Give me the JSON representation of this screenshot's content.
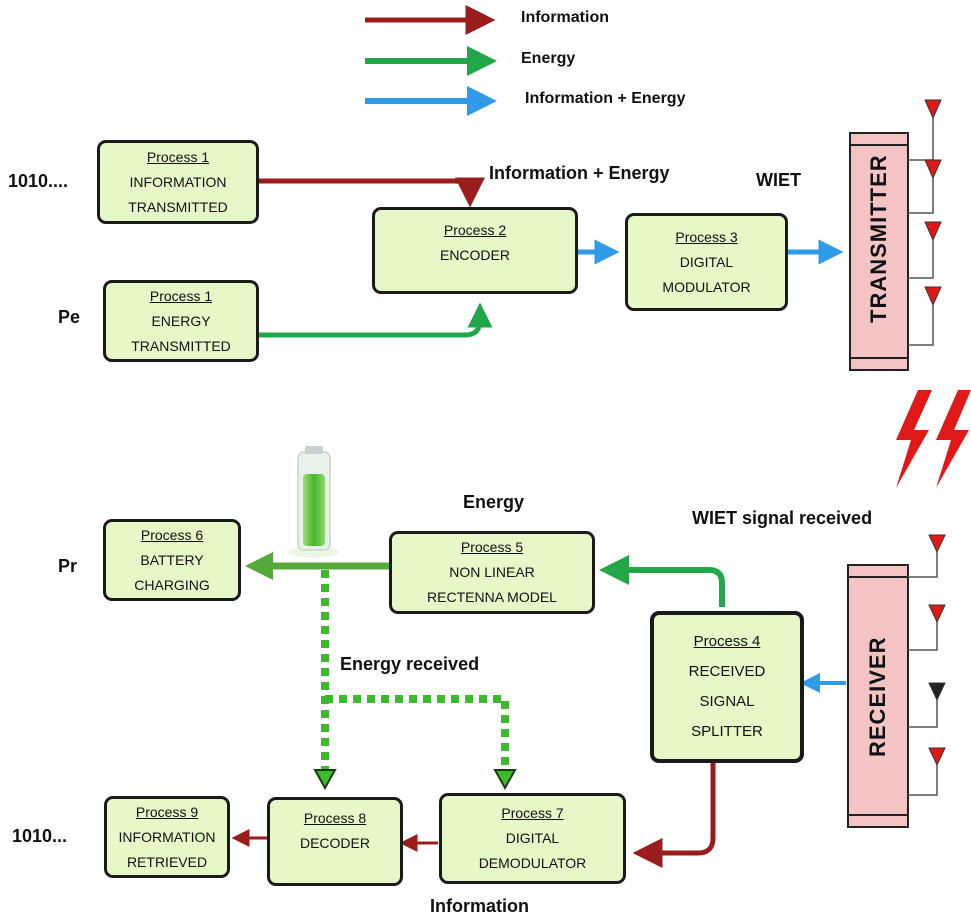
{
  "legend": [
    {
      "label": "Information",
      "color": "#9b1c1c"
    },
    {
      "label": "Energy",
      "color": "#22a64a"
    },
    {
      "label": "Information + Energy",
      "color": "#2f9be8"
    }
  ],
  "inputs": {
    "bits_in": "1010....",
    "pe": "Pe"
  },
  "outputs": {
    "bits_out": "1010...",
    "pr": "Pr"
  },
  "labels": {
    "info_energy": "Information + Energy",
    "wiet": "WIET",
    "wiet_received": "WIET signal received",
    "energy": "Energy",
    "energy_received": "Energy received",
    "information": "Information"
  },
  "devices": {
    "transmitter": "TRANSMITTER",
    "receiver": "RECEIVER"
  },
  "processes": {
    "p1a": {
      "title": "Process 1",
      "line1": "INFORMATION",
      "line2": "TRANSMITTED"
    },
    "p1b": {
      "title": "Process 1",
      "line1": "ENERGY",
      "line2": "TRANSMITTED"
    },
    "p2": {
      "title": "Process 2",
      "line1": "ENCODER"
    },
    "p3": {
      "title": "Process 3",
      "line1": "DIGITAL",
      "line2": "MODULATOR"
    },
    "p4": {
      "title": "Process 4",
      "line1": "RECEIVED",
      "line2": "SIGNAL",
      "line3": "SPLITTER"
    },
    "p5": {
      "title": "Process 5",
      "line1": "NON LINEAR",
      "line2": "RECTENNA MODEL"
    },
    "p6": {
      "title": "Process 6",
      "line1": "BATTERY",
      "line2": "CHARGING"
    },
    "p7": {
      "title": "Process 7",
      "line1": "DIGITAL",
      "line2": "DEMODULATOR"
    },
    "p8": {
      "title": "Process 8",
      "line1": "DECODER"
    },
    "p9": {
      "title": "Process 9",
      "line1": "INFORMATION",
      "line2": "RETRIEVED"
    }
  },
  "colors": {
    "information": "#9b1c1c",
    "energy": "#22a64a",
    "info_energy": "#2f9be8",
    "device_fill": "#f4c4c4",
    "box_fill": "#e6f7c8"
  },
  "icons": [
    "antenna-icon",
    "lightning-icon",
    "battery-icon"
  ]
}
